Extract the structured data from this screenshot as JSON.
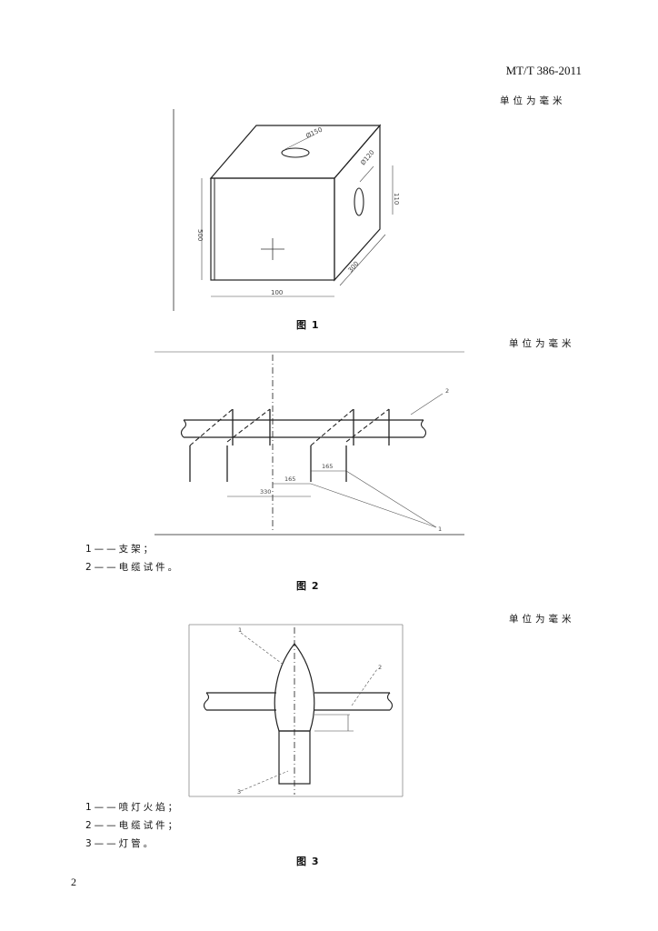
{
  "header": {
    "standard_code": "MT/T 386-2011"
  },
  "unit_note": "单位为毫米",
  "figure1": {
    "caption": "图 1",
    "dims": {
      "hole_top": "Ø150",
      "hole_side": "Ø120",
      "side_height": "110",
      "depth": "300",
      "height": "500",
      "width": "100"
    }
  },
  "figure2": {
    "caption": "图 2",
    "dims": {
      "a": "165",
      "b": "165",
      "c": "330"
    },
    "callouts": {
      "c1": "1",
      "c2": "2"
    },
    "legend": [
      "1——支架；",
      "2——电缆试件。"
    ]
  },
  "figure3": {
    "caption": "图 3",
    "callouts": {
      "c1": "1",
      "c2": "2",
      "c3": "3"
    },
    "legend": [
      "1——喷灯火焰；",
      "2——电缆试件；",
      "3——灯管。"
    ]
  },
  "page_number": "2"
}
